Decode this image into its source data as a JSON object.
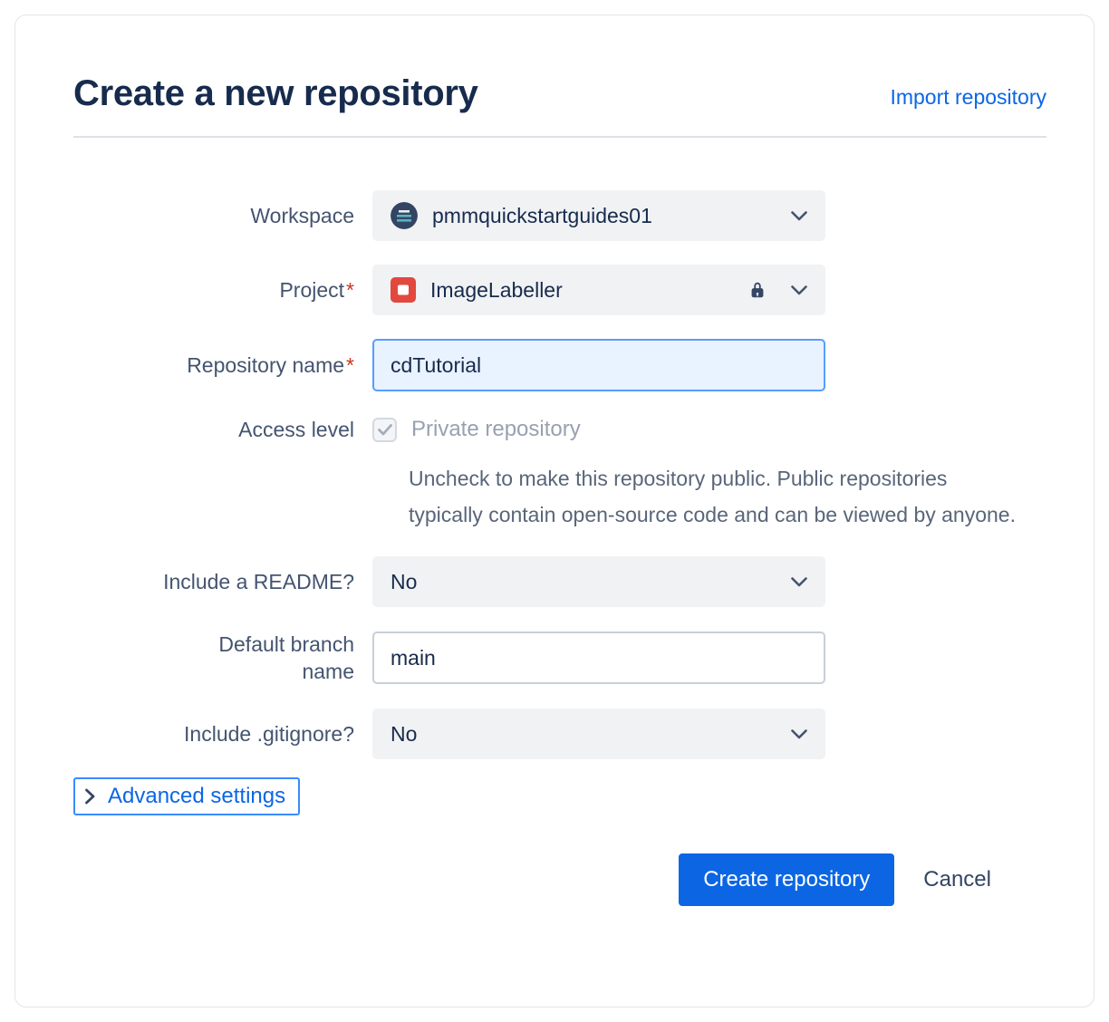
{
  "dialog": {
    "title": "Create a new repository",
    "import_link_label": "Import repository"
  },
  "form": {
    "workspace": {
      "label": "Workspace",
      "value": "pmmquickstartguides01"
    },
    "project": {
      "label": "Project",
      "required_marker": "*",
      "value": "ImageLabeller"
    },
    "repository_name": {
      "label": "Repository name",
      "required_marker": "*",
      "value": "cdTutorial"
    },
    "access_level": {
      "label": "Access level",
      "checkbox_label": "Private repository",
      "checked": true,
      "help_text": "Uncheck to make this repository public. Public repositories typically contain open-source code and can be viewed by anyone."
    },
    "include_readme": {
      "label": "Include a README?",
      "value": "No"
    },
    "default_branch": {
      "label": "Default branch name",
      "value": "main"
    },
    "include_gitignore": {
      "label": "Include .gitignore?",
      "value": "No"
    }
  },
  "advanced_settings": {
    "label": "Advanced settings"
  },
  "actions": {
    "create_label": "Create repository",
    "cancel_label": "Cancel"
  },
  "icons": {
    "workspace_avatar": "workspace-avatar-icon",
    "project_avatar": "project-avatar-icon",
    "lock": "lock-icon",
    "chevron_down": "chevron-down-icon",
    "chevron_right": "chevron-right-icon",
    "checkbox_check": "check-icon"
  },
  "colors": {
    "primary_button": "#0C66E4",
    "link": "#0C66E4",
    "title": "#172B4D",
    "label": "#44546F",
    "required": "#CA3521",
    "field_background": "#F1F2F4",
    "focused_field_border": "#579DFF",
    "focused_field_background": "#E9F2FF",
    "focus_ring": "#388BFF",
    "project_icon": "#E2483D"
  }
}
